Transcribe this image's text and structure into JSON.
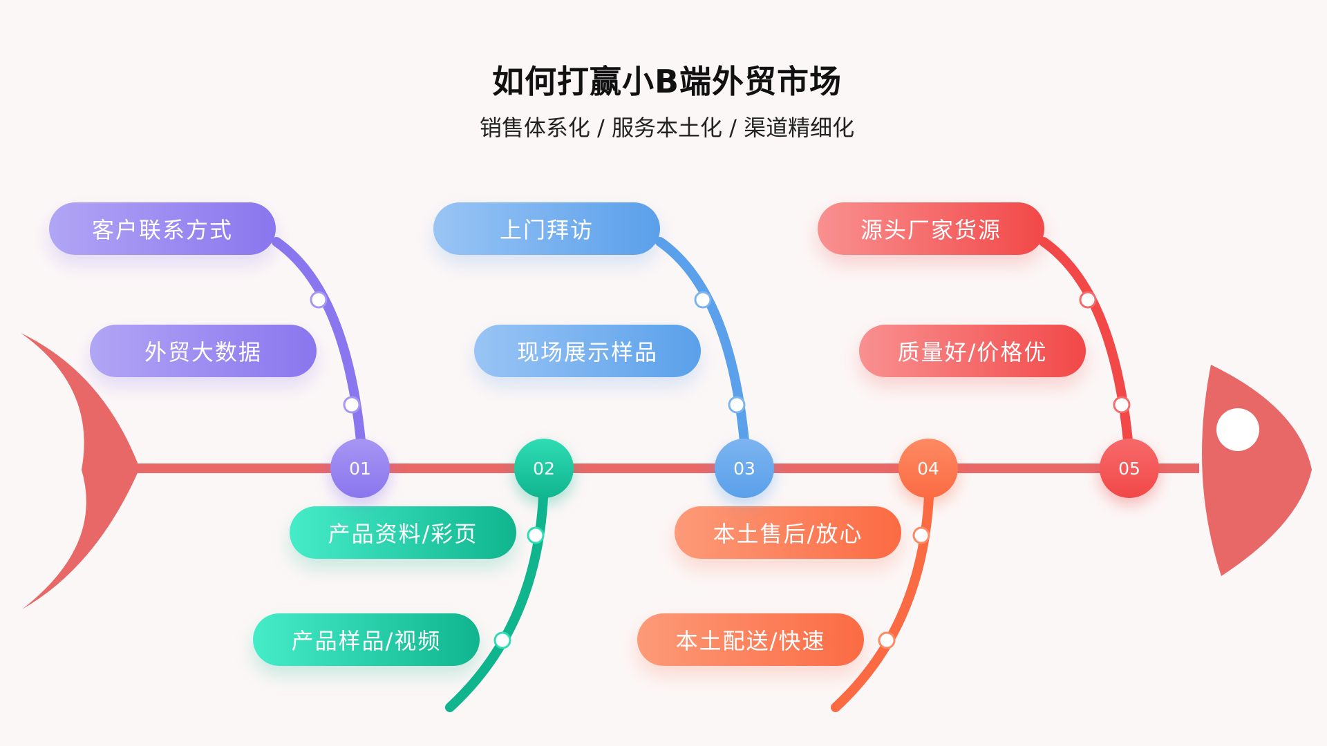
{
  "header": {
    "title": "如何打赢小B端外贸市场",
    "subtitle": "销售体系化 / 服务本土化 / 渠道精细化"
  },
  "colors": {
    "spine": "#e86868",
    "purple": "#8a76ee",
    "blue": "#5aa0ea",
    "red": "#f24848",
    "green": "#10b58e",
    "orange": "#fb6b43"
  },
  "nodes": [
    {
      "label": "01",
      "color": "purple"
    },
    {
      "label": "02",
      "color": "green"
    },
    {
      "label": "03",
      "color": "blue"
    },
    {
      "label": "04",
      "color": "orange"
    },
    {
      "label": "05",
      "color": "red"
    }
  ],
  "items": {
    "n01": [
      "客户联系方式",
      "外贸大数据"
    ],
    "n02": [
      "产品资料/彩页",
      "产品样品/视频"
    ],
    "n03": [
      "上门拜访",
      "现场展示样品"
    ],
    "n04": [
      "本土售后/放心",
      "本土配送/快速"
    ],
    "n05": [
      "源头厂家货源",
      "质量好/价格优"
    ]
  }
}
